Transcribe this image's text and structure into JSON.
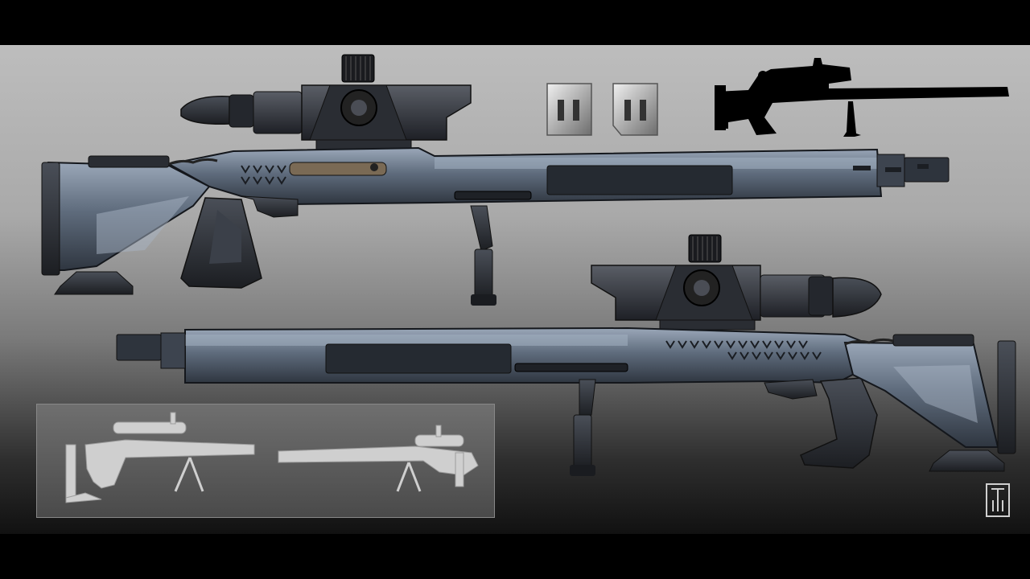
{
  "artwork": {
    "subject": "sniper-rifle-concept-sheet",
    "palette": {
      "background_top": "#bdbdbd",
      "background_bottom": "#111111",
      "steel_blue": "#5b6878",
      "steel_light": "#8d9aab",
      "dark_polymer": "#2a2d33",
      "silhouette": "#000000",
      "render_grey": "#cfcfcf"
    },
    "icons": [
      "rifle-left-view",
      "rifle-right-view",
      "rifle-silhouette",
      "magazine-front",
      "magazine-side",
      "monogram-signature"
    ]
  }
}
